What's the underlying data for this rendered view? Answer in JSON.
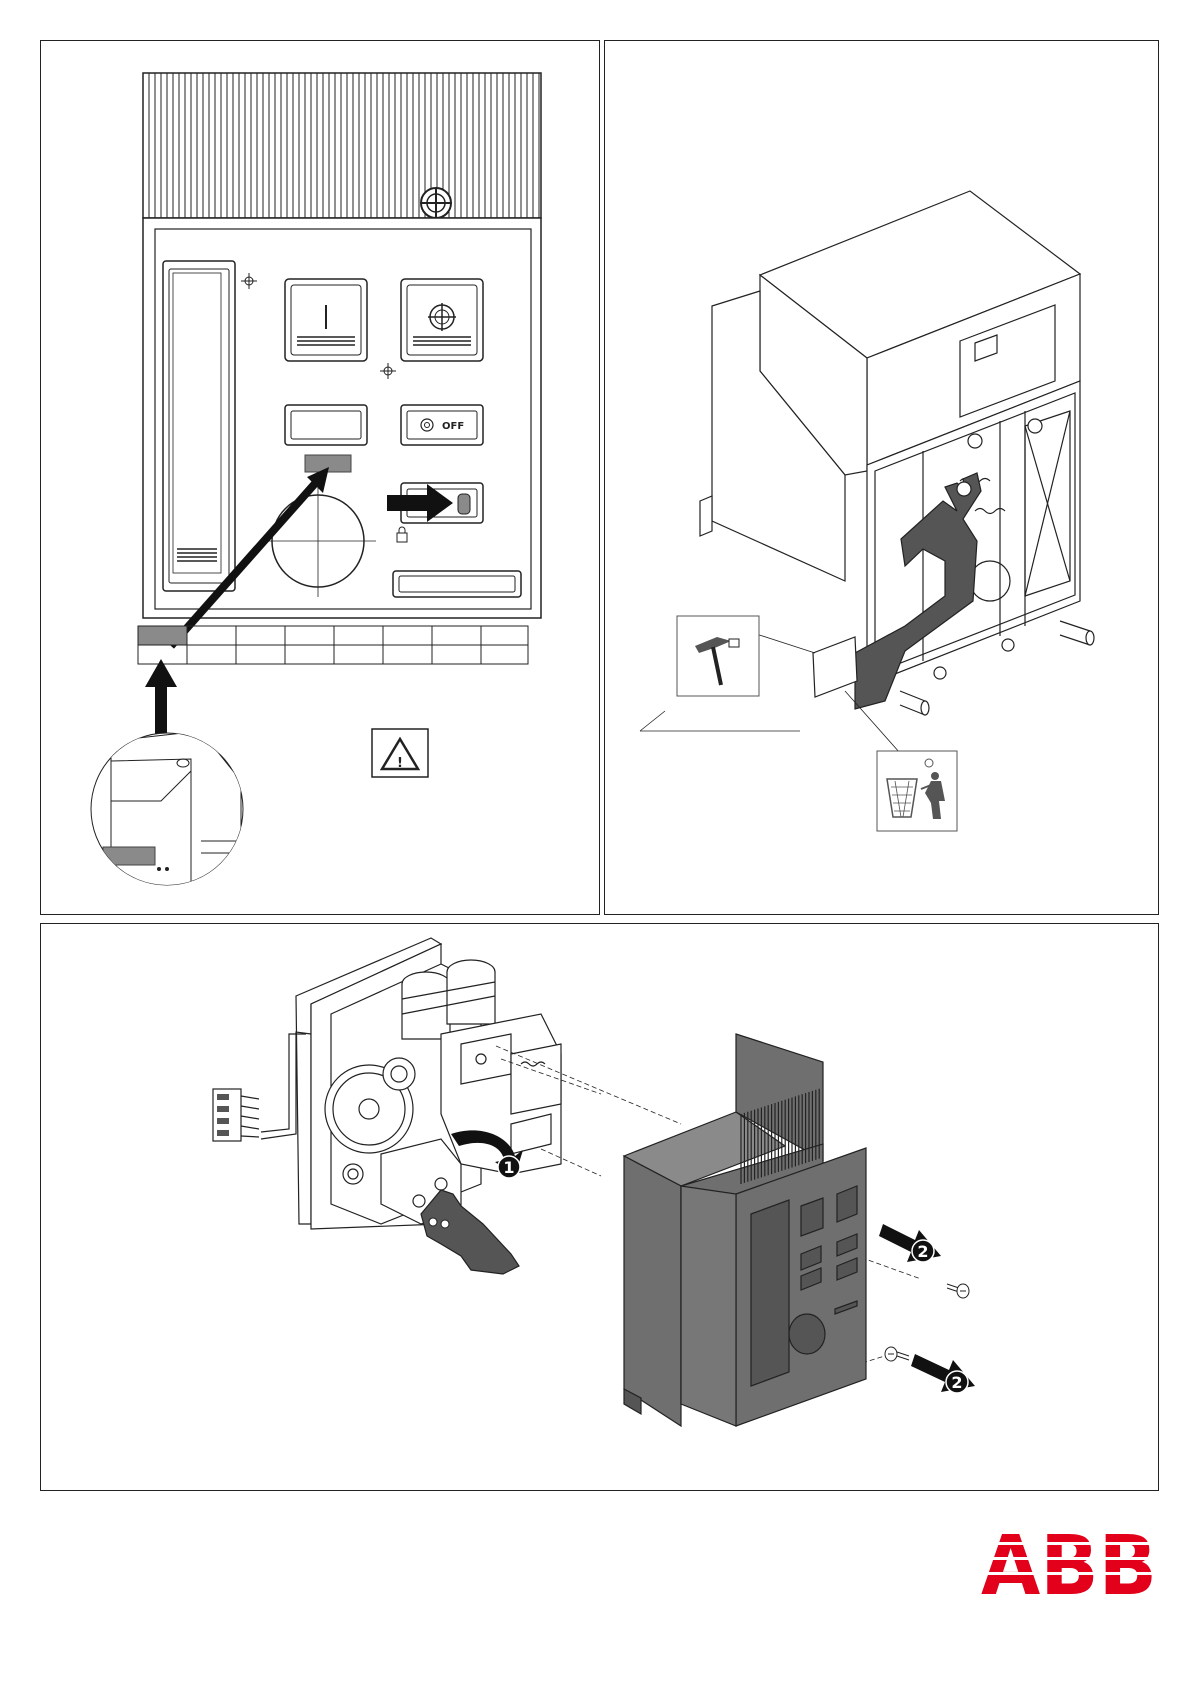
{
  "front_panel": {
    "off_label": "OFF"
  },
  "warning_sign": {
    "symbol": "!"
  },
  "exploded_view": {
    "step_1": "1",
    "step_2": "2"
  },
  "logo": {
    "text": "ABB",
    "color": "#e2001a"
  },
  "colors": {
    "line": "#222222",
    "gray": "#8a8a8a",
    "dark_gray": "#555555",
    "cover_gray": "#6f6f6f"
  },
  "icons": [
    "hammer-icon",
    "recycle-bin-icon",
    "warning-icon",
    "arrow-right-icon",
    "crosshair-icon",
    "screw-icon"
  ]
}
